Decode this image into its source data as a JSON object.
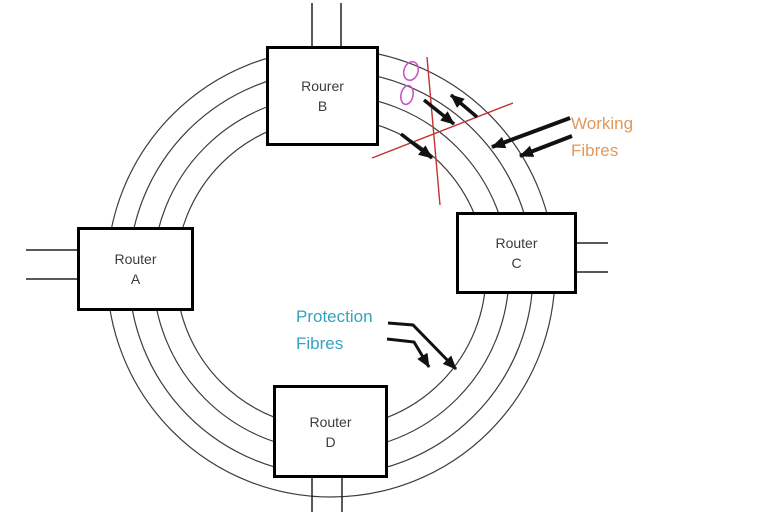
{
  "routers": [
    {
      "line1": "Rourer",
      "line2": "B"
    },
    {
      "line1": "Router",
      "line2": "A"
    },
    {
      "line1": "Router",
      "line2": "C"
    },
    {
      "line1": "Router",
      "line2": "D"
    }
  ],
  "annotations": {
    "working": {
      "line1": "Working",
      "line2": "Fibres",
      "color": "#E0995A"
    },
    "protection": {
      "line1": "Protection",
      "line2": "Fibres",
      "color": "#35A3BE"
    }
  },
  "ring": {
    "fibre_rings": 4
  },
  "colors": {
    "fibre_ring": "#3d3d3d",
    "cut_line": "#C23230",
    "highlight_ellipse": "#C45AC4",
    "arrow": "#111111",
    "box_border": "#000000",
    "box_text": "#3b3b3b",
    "background": "#ffffff"
  }
}
